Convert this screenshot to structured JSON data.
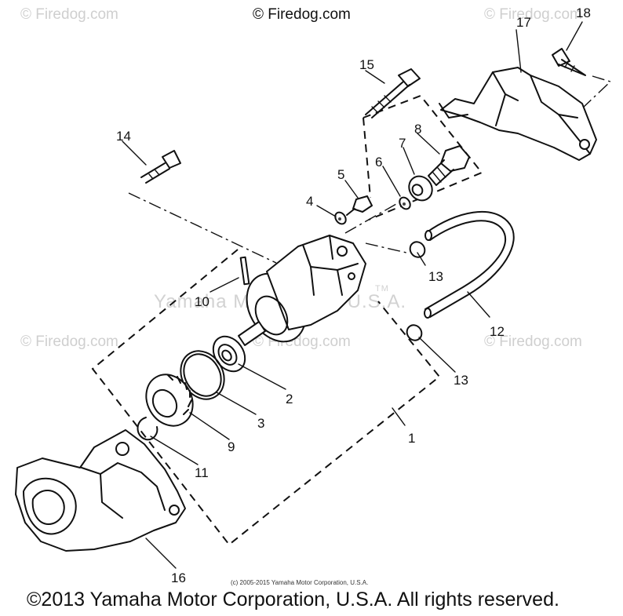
{
  "watermarks": {
    "top_left": "© Firedog.com",
    "top_center": "© Firedog.com",
    "top_right": "© Firedog.com",
    "mid_left": "© Firedog.com",
    "mid_center": "© Firedog.com",
    "mid_right": "© Firedog.com",
    "center_faint": "Yamaha Motor Corp. U.S.A.",
    "trademark": "TM"
  },
  "small_copyright": "(c) 2005-2015 Yamaha Motor Corporation, U.S.A.",
  "footer": "©2013 Yamaha Motor Corporation, U.S.A. All rights reserved.",
  "callouts": {
    "c1": "1",
    "c2": "2",
    "c3": "3",
    "c4": "4",
    "c5": "5",
    "c6": "6",
    "c7": "7",
    "c8": "8",
    "c9": "9",
    "c10": "10",
    "c11": "11",
    "c12": "12",
    "c13a": "13",
    "c13b": "13",
    "c14": "14",
    "c15": "15",
    "c16": "16",
    "c17": "17",
    "c18": "18"
  }
}
